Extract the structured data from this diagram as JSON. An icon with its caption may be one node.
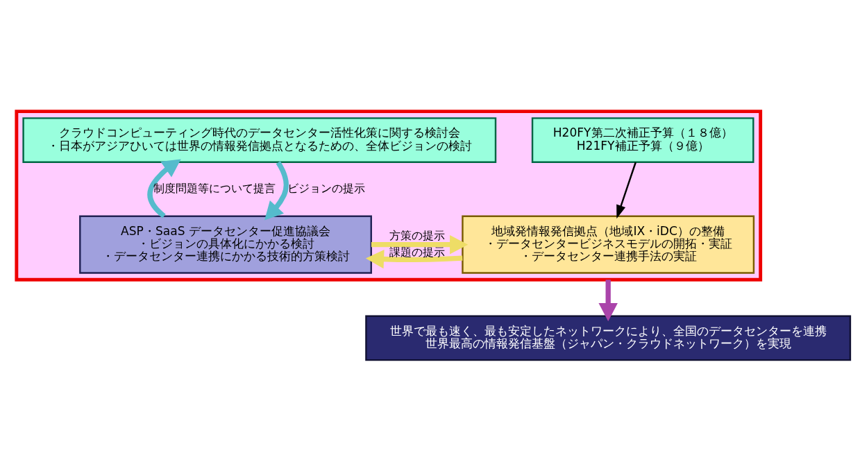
{
  "diagram": {
    "nodes": [
      {
        "text": [],
        "shape": "box"
      },
      {
        "text": [
          "クラウドコンピューティング時代のデータセンター活性化策に関する検討会",
          "・日本がアジアひいては世界の情報発信拠点となるための、全体ビジョンの検討"
        ],
        "in": 0
      },
      {
        "text": [
          "ASP・SaaS データセンター促進協議会",
          "・ビジョンの具体化にかかる検討",
          "・データセンター連携にかかる技術的方策検討"
        ],
        "in": 0
      },
      {
        "text": [
          "H20FY第二次補正予算（１８億）",
          "H21FY補正予算（９億）"
        ],
        "in": 0
      },
      {
        "text": [
          "地域発情報発信拠点（地域IX・iDC）の整備",
          "・データセンタービジネスモデルの開拓・実証",
          "・データセンター連携手法の実証"
        ],
        "in": 0
      },
      {
        "text": [
          "世界で最も速く、最も安定したネットワークにより、全国のデータセンターを連携",
          "世界最高の情報発信基盤（ジャパン・クラウドネットワーク）を実現"
        ]
      }
    ],
    "edges": [
      {
        "from": 1,
        "to": 2,
        "arrow": "to",
        "label": "ビジョンの提示",
        "color": "#55bbcc"
      },
      {
        "from": 2,
        "to": 1,
        "arrow": "to",
        "label": "制度問題等について提言",
        "color": "#55bbcc"
      },
      {
        "from": 2,
        "to": 4,
        "arrow": "to",
        "label": "方策の提示",
        "color": "#eedd66"
      },
      {
        "from": 4,
        "to": 2,
        "arrow": "to",
        "label": "課題の提示",
        "color": "#eedd66"
      },
      {
        "from": 3,
        "to": 4,
        "arrow": "to",
        "color": "#000000"
      },
      {
        "from": 0,
        "to": 5,
        "arrow": "to",
        "color": "#aa44aa"
      }
    ]
  }
}
